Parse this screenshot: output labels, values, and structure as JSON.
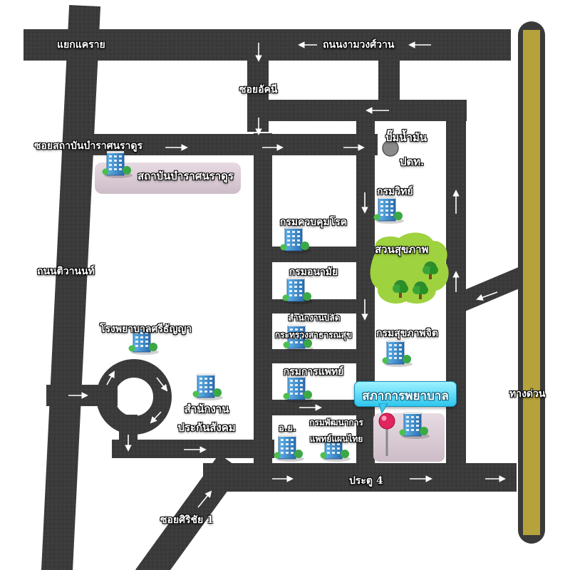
{
  "roads": {
    "top": "แยกแคราย",
    "top_right": "ถนนงามวงศ์วาน",
    "soi_akani": "ซอยอัคนี",
    "soi_institute": "ซอยสถาบันบำราศนราดูร",
    "tiwanon": "ถนนติวานนท์",
    "expressway": "ทางด่วน",
    "gate4": "ประตู 4",
    "soi_sirichai": "ซอยศิริชัย 1"
  },
  "places": {
    "bamrasnaradura": "สถาบันบำราศนราดูร",
    "gas_line1": "ปั๊มน้ำมัน",
    "gas_line2": "ปตท.",
    "dmsc": "กรมวิทย์",
    "ddc": "กรมควบคุมโรค",
    "health": "กรมอนามัย",
    "ps_line1": "สำนักงานปลัด",
    "ps_line2": "กระทรวงสาธารณสุข",
    "medical": "กรมการแพทย์",
    "fda": "อ.ย.",
    "ttm_line1": "กรมพัฒนาการ",
    "ttm_line2": "แพทย์แผนไทย",
    "park": "สวนสุขภาพ",
    "mental": "กรมสุขภาพจิต",
    "thanyarak": "โรงพยาบาลศรีธัญญา",
    "sso_line1": "สำนักงาน",
    "sso_line2": "ประกันสังคม",
    "council": "สภาการพยาบาล"
  },
  "colors": {
    "road": "#3b3b3b",
    "expressway": "#b5a23a",
    "callout": "#2ec6ee",
    "pin": "#e0245e"
  },
  "icons": [
    "building-icon",
    "tree-icon",
    "location-pin-icon",
    "gas-station-icon",
    "arrow-icon"
  ]
}
